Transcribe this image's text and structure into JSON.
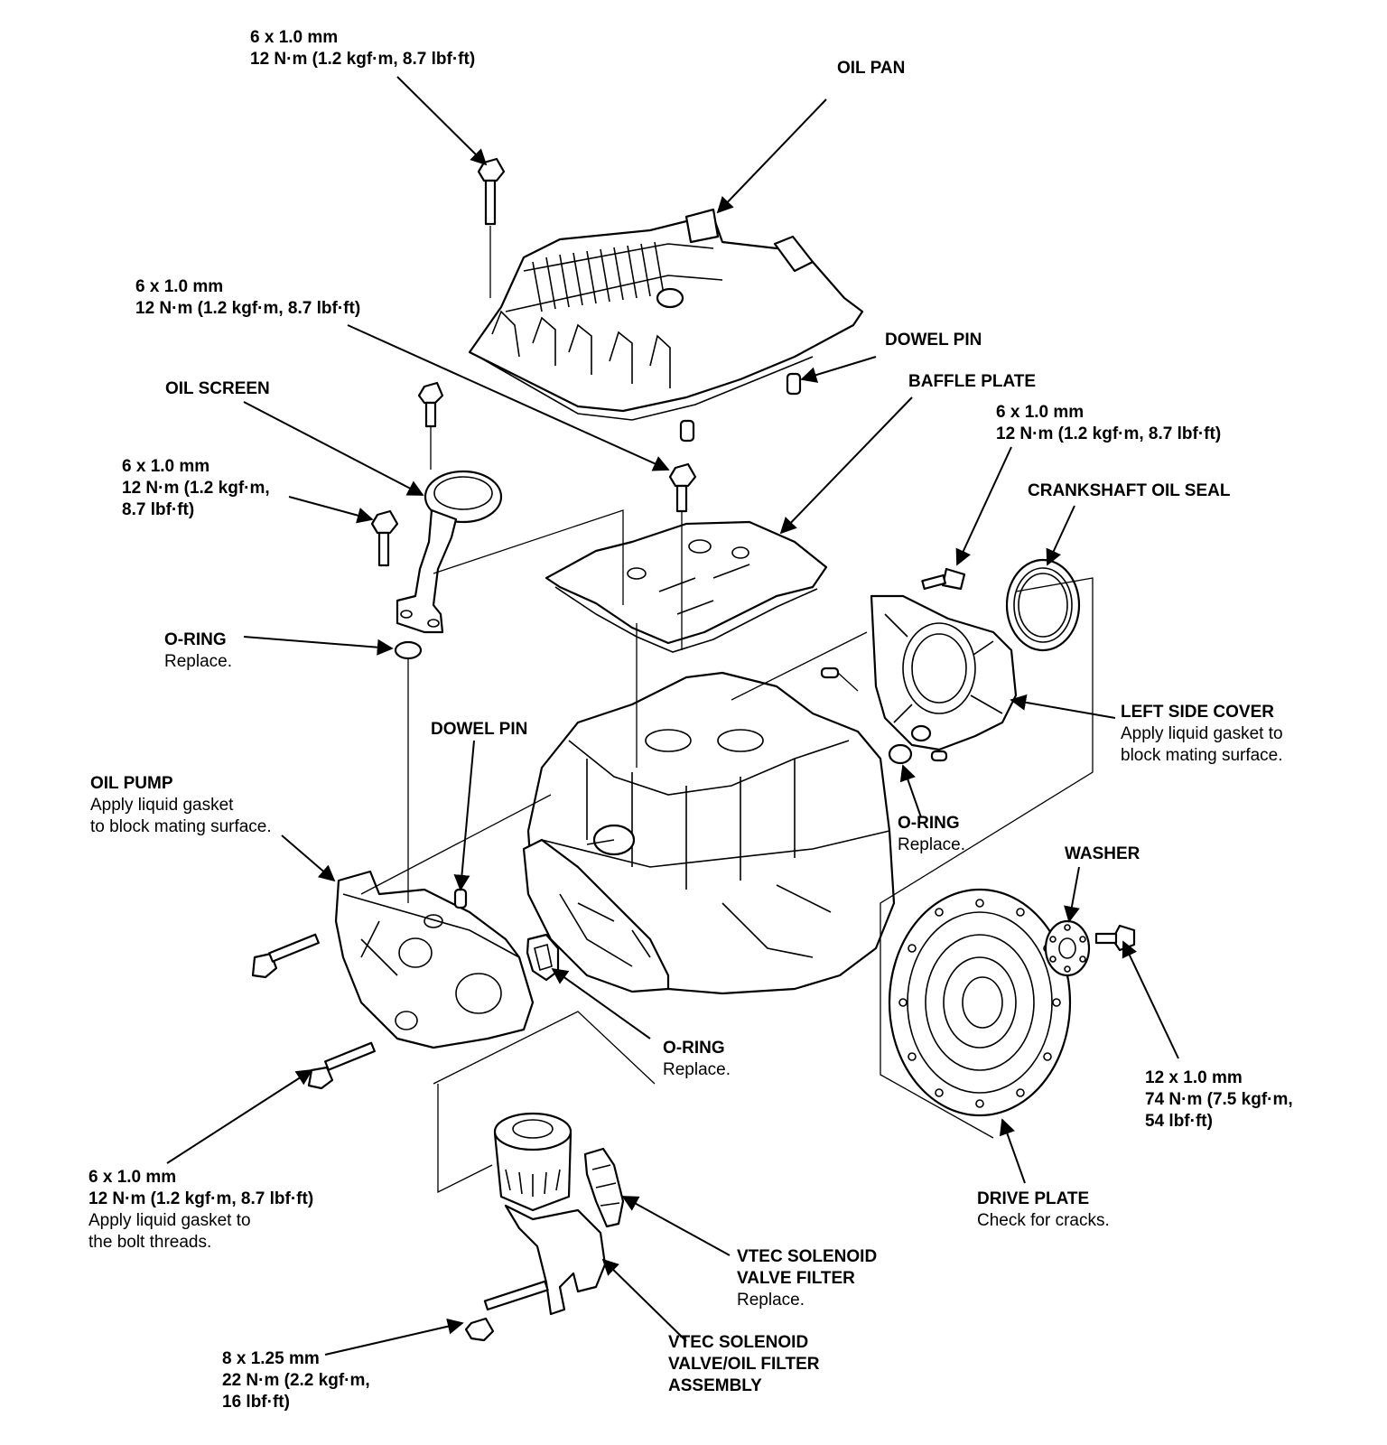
{
  "labels": {
    "bolt_oil_pan": {
      "spec": "6 x 1.0 mm",
      "torque": "12 N·m (1.2 kgf·m, 8.7 lbf·ft)"
    },
    "oil_pan": {
      "name": "OIL PAN"
    },
    "bolt_baffle": {
      "spec": "6 x 1.0 mm",
      "torque": "12 N·m (1.2 kgf·m, 8.7 lbf·ft)"
    },
    "dowel_pin_pan": {
      "name": "DOWEL PIN"
    },
    "baffle_plate": {
      "name": "BAFFLE PLATE"
    },
    "oil_screen": {
      "name": "OIL SCREEN"
    },
    "bolt_left_cover": {
      "spec": "6 x 1.0 mm",
      "torque": "12 N·m (1.2 kgf·m, 8.7 lbf·ft)"
    },
    "bolt_oil_screen": {
      "spec": "6 x 1.0 mm",
      "torque1": "12 N·m (1.2 kgf·m,",
      "torque2": "8.7 lbf·ft)"
    },
    "crank_seal": {
      "name": "CRANKSHAFT OIL SEAL"
    },
    "oring_screen": {
      "name": "O-RING",
      "note": "Replace."
    },
    "left_side_cover": {
      "name": "LEFT SIDE COVER",
      "note1": "Apply liquid gasket to",
      "note2": "block mating surface."
    },
    "dowel_pin_pump": {
      "name": "DOWEL PIN"
    },
    "oil_pump": {
      "name": "OIL PUMP",
      "note1": "Apply liquid gasket",
      "note2": "to block mating surface."
    },
    "oring_cover": {
      "name": "O-RING",
      "note": "Replace."
    },
    "washer": {
      "name": "WASHER"
    },
    "oring_pump": {
      "name": "O-RING",
      "note": "Replace."
    },
    "bolt_drive_plate": {
      "spec": "12 x 1.0 mm",
      "torque1": "74 N·m (7.5 kgf·m,",
      "torque2": "54 lbf·ft)"
    },
    "bolt_pump": {
      "spec": "6 x 1.0 mm",
      "torque": "12 N·m (1.2 kgf·m, 8.7 lbf·ft)",
      "note1": "Apply liquid gasket to",
      "note2": "the bolt threads."
    },
    "drive_plate": {
      "name": "DRIVE PLATE",
      "note": "Check for cracks."
    },
    "vtec_filter": {
      "name1": "VTEC SOLENOID",
      "name2": "VALVE FILTER",
      "note": "Replace."
    },
    "bolt_vtec": {
      "spec": "8 x 1.25 mm",
      "torque1": "22 N·m (2.2 kgf·m,",
      "torque2": "16 lbf·ft)"
    },
    "vtec_assembly": {
      "name1": "VTEC SOLENOID",
      "name2": "VALVE/OIL FILTER",
      "name3": "ASSEMBLY"
    }
  }
}
